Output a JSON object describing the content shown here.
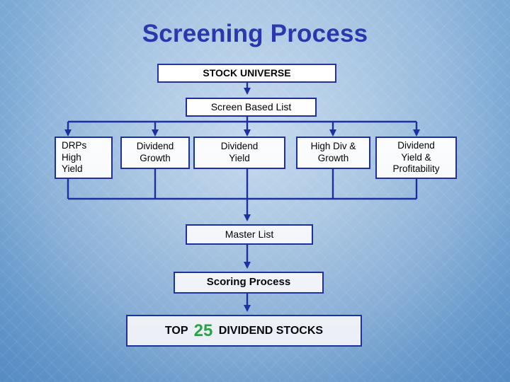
{
  "slide": {
    "title": "Screening Process",
    "title_color": "#1d29a8",
    "box_border_color": "#1d2fa0",
    "accent_green": "#2fa843",
    "background_top_color": "#c8dcef",
    "background_bottom_color": "#5a92c8"
  },
  "diagram": {
    "type": "flowchart",
    "nodes": {
      "stock_universe": "STOCK UNIVERSE",
      "screen_based_list": "Screen Based List",
      "branches": [
        "DRPs High Yield",
        "Dividend Growth",
        "Dividend Yield",
        "High Div & Growth",
        "Dividend Yield & Profitability"
      ],
      "branch_lines": {
        "drps": [
          "DRPs",
          "High",
          "Yield"
        ],
        "dividend_growth": [
          "Dividend",
          "Growth"
        ],
        "dividend_yield": [
          "Dividend",
          "Yield"
        ],
        "high_div_growth": [
          "High Div &",
          "Growth"
        ],
        "dividend_yield_profitability": [
          "Dividend",
          "Yield &",
          "Profitability"
        ]
      },
      "master_list": "Master List",
      "scoring_process": "Scoring Process",
      "top_stocks": {
        "prefix": "TOP ",
        "number": "25",
        "suffix": " DIVIDEND STOCKS"
      }
    }
  }
}
